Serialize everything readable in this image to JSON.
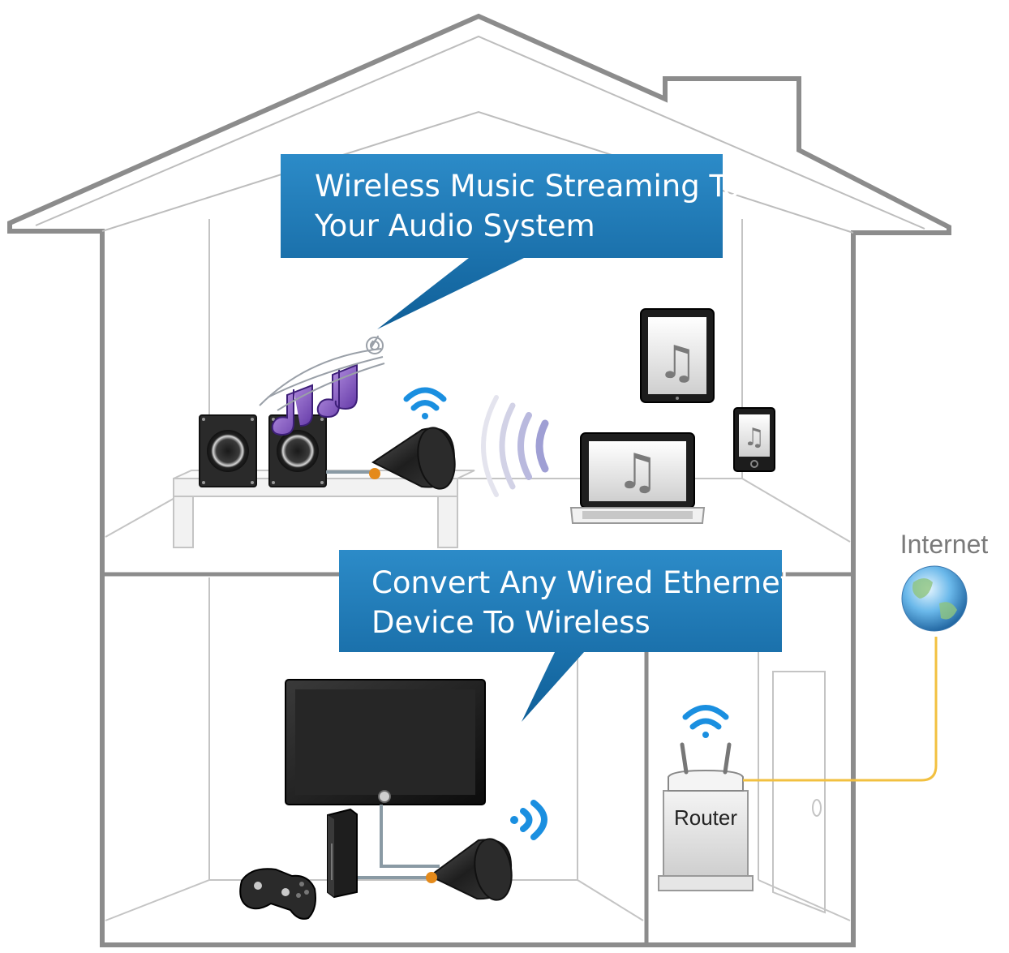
{
  "callouts": [
    {
      "line1": "Wireless Music Streaming To",
      "line2": "Your Audio System"
    },
    {
      "line1": "Convert Any Wired Ethernet",
      "line2": "Device To Wireless"
    }
  ],
  "labels": {
    "internet": "Internet",
    "router": "Router"
  },
  "colors": {
    "callout_blue": "#1a74b0",
    "wifi_blue": "#1a8fe0",
    "house_outline": "#8c8c8c",
    "cable_yellow": "#f2c040"
  },
  "icons": [
    "wifi-icon",
    "music-note-icon",
    "globe-icon",
    "game-controller-icon",
    "speaker-icon",
    "laptop-icon",
    "tablet-icon",
    "phone-icon",
    "tv-icon",
    "router-icon"
  ]
}
